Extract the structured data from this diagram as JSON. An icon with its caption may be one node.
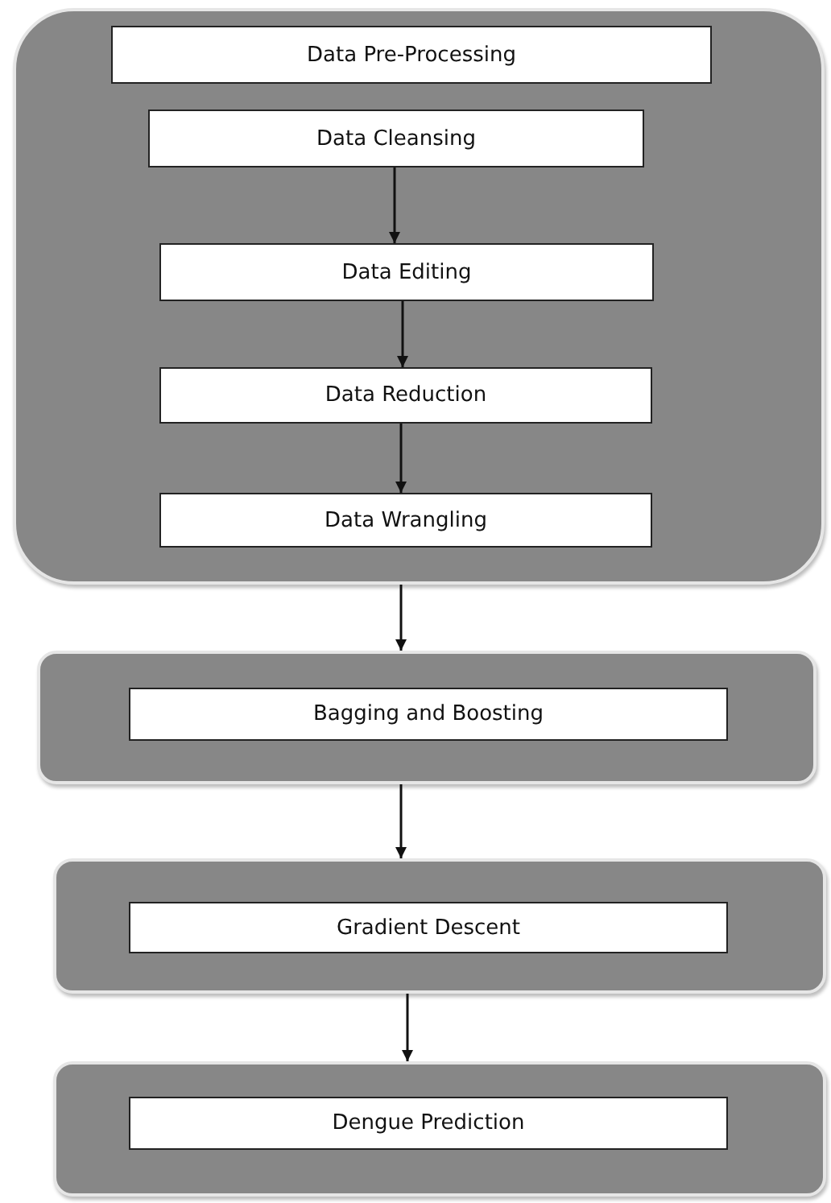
{
  "diagram": {
    "nodes": [
      {
        "text": [],
        "shape": "box"
      },
      {
        "text": [
          "Data Pre-Processing"
        ],
        "in": 0
      },
      {
        "text": [
          "Data Cleansing"
        ],
        "in": 0
      },
      {
        "text": [
          "Data Editing"
        ],
        "in": 0
      },
      {
        "text": [
          "Data Reduction"
        ],
        "in": 0
      },
      {
        "text": [
          "Data Wrangling"
        ],
        "in": 0
      },
      {
        "text": [],
        "shape": "box"
      },
      {
        "text": [
          "Bagging and Boosting"
        ],
        "in": 6
      },
      {
        "text": [],
        "shape": "box"
      },
      {
        "text": [
          "Gradient Descent"
        ],
        "in": 8
      },
      {
        "text": [],
        "shape": "box"
      },
      {
        "text": [
          "Dengue Prediction"
        ],
        "in": 10
      }
    ],
    "edges": [
      {
        "from": 2,
        "to": 3,
        "arrow": "to"
      },
      {
        "from": 3,
        "to": 4,
        "arrow": "to"
      },
      {
        "from": 4,
        "to": 5,
        "arrow": "to"
      },
      {
        "from": 0,
        "to": 6,
        "arrow": "to"
      },
      {
        "from": 6,
        "to": 8,
        "arrow": "to"
      },
      {
        "from": 8,
        "to": 10,
        "arrow": "to"
      }
    ]
  }
}
